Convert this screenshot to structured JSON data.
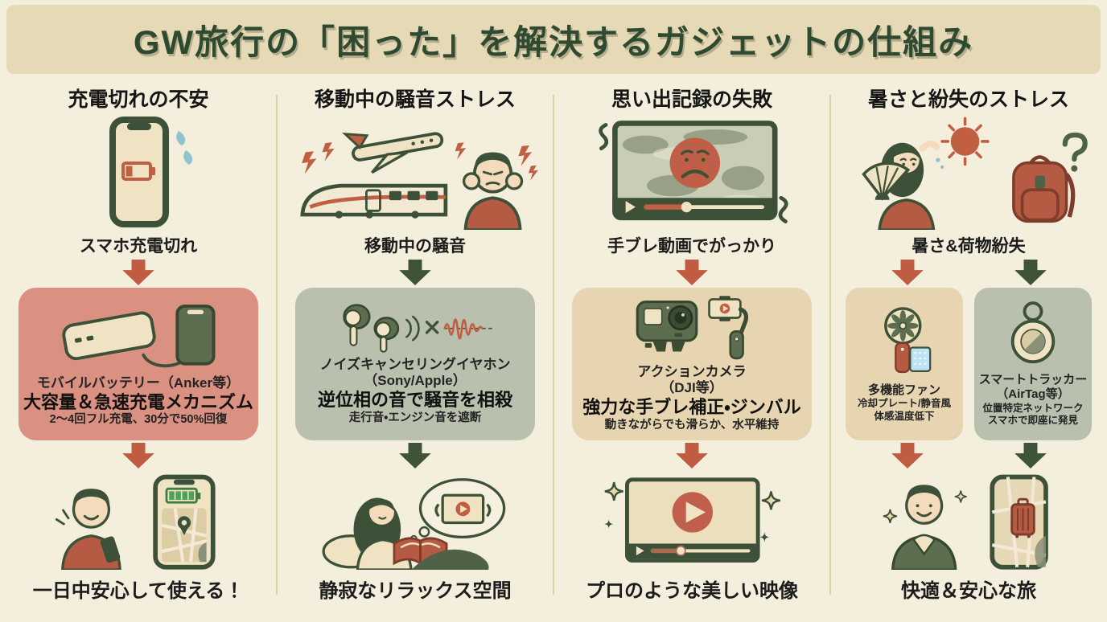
{
  "title": "GW旅行の「困った」を解決するガジェットの仕組み",
  "colors": {
    "background": "#f4eedd",
    "banner": "#e6d9b6",
    "title_text": "#2e4a30",
    "divider": "#dccfa5",
    "salmon_box": "#db9181",
    "tan_box": "#e6d5b0",
    "sage_box": "#b9c1ae",
    "red_arrow": "#c05c41",
    "green_arrow": "#3e5338",
    "red_accent": "#c05f48"
  },
  "columns": [
    {
      "header": "充電切れの不安",
      "problem_icon": "phone-low-battery-icon",
      "problem_caption": "スマホ充電切れ",
      "solution": {
        "icon": "power-bank-charging-icon",
        "product": "モバイルバッテリー（Anker等）",
        "mechanism": "大容量＆急速充電メカニズム",
        "detail": "2〜4回フル充電、30分で50%回復"
      },
      "result_icon": "relieved-user-full-battery-icon",
      "result_caption": "一日中安心して使える！"
    },
    {
      "header": "移動中の騒音ストレス",
      "problem_icon": "plane-train-noise-icon",
      "problem_caption": "移動中の騒音",
      "solution": {
        "icon": "earbuds-noise-cancel-icon",
        "product": "ノイズキャンセリングイヤホン",
        "brand": "（Sony/Apple）",
        "mechanism": "逆位相の音で騒音を相殺",
        "detail": "走行音・エンジン音を遮断"
      },
      "result_icon": "relaxing-reader-icon",
      "result_caption": "静寂なリラックス空間"
    },
    {
      "header": "思い出記録の失敗",
      "problem_icon": "shaky-video-icon",
      "problem_caption": "手ブレ動画でがっかり",
      "solution": {
        "icon": "action-camera-gimbal-icon",
        "product": "アクションカメラ",
        "brand": "（DJI等）",
        "mechanism": "強力な手ブレ補正・ジンバル",
        "detail": "動きながらでも滑らか、水平維持"
      },
      "result_icon": "smooth-video-icon",
      "result_caption": "プロのような美しい映像"
    },
    {
      "header": "暑さと紛失のストレス",
      "problem_icon": "heat-and-lost-bag-icon",
      "problem_caption": "暑さ&荷物紛失",
      "solutions": [
        {
          "icon": "handheld-fan-icon",
          "product": "多機能ファン",
          "detail1": "冷却プレート/静音風",
          "detail2": "体感温度低下"
        },
        {
          "icon": "smart-tracker-icon",
          "product": "スマートトラッカー",
          "brand": "（AirTag等）",
          "detail1": "位置特定ネットワーク",
          "detail2": "スマホで即座に発見"
        }
      ],
      "result_icon": "happy-traveler-phone-map-icon",
      "result_caption": "快適＆安心な旅"
    }
  ]
}
